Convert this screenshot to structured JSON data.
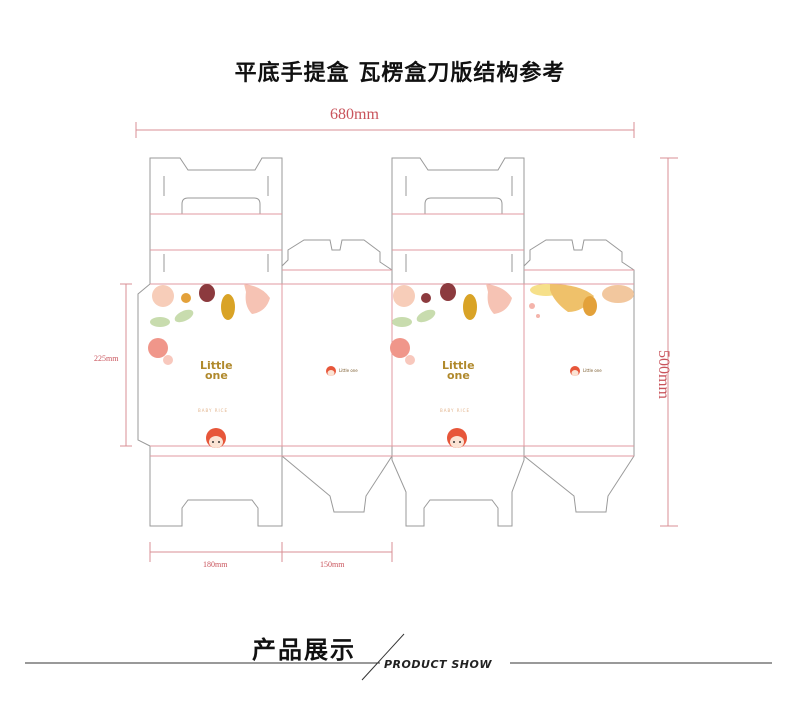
{
  "header": {
    "title": "平底手提盒  瓦楞盒刀版结构参考"
  },
  "dimensions": {
    "total_width": "680mm",
    "total_height": "500mm",
    "side_height": "225mm",
    "panel_a_width": "180mm",
    "panel_b_width": "150mm"
  },
  "artwork": {
    "brand_line1": "Little",
    "brand_line2": "one",
    "brand_small": "Little one",
    "tagline": "BABY RICE"
  },
  "footer": {
    "title_cn": "产品展示",
    "title_en": "PRODUCT SHOW"
  },
  "colors": {
    "dimension_line": "#d98f94",
    "cut_line": "#9a9a9a",
    "fold_line": "#e09aa0",
    "pink": "#f4b4ab",
    "yellow": "#e8b53a",
    "red_bean": "#8c3a3e",
    "leaf": "#b9d49a"
  }
}
